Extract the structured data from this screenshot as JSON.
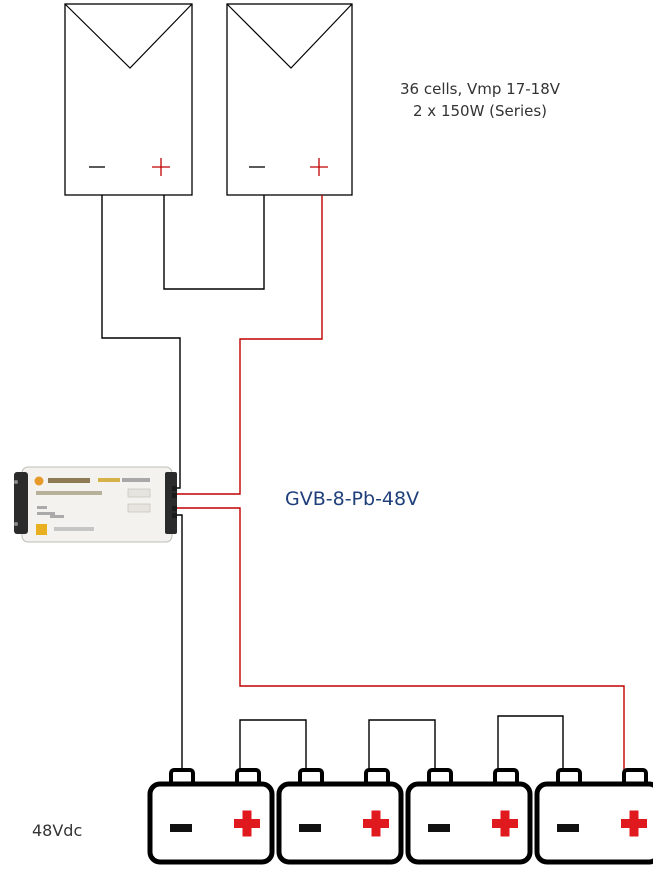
{
  "panels": {
    "note_line1": "36 cells, Vmp 17-18V",
    "note_line2": "2 x 150W (Series)",
    "count": 2
  },
  "controller": {
    "label": "GVB-8-Pb-48V"
  },
  "batteries": {
    "label": "48Vdc",
    "count": 4
  },
  "colors": {
    "positive_wire": "#c00000",
    "negative_wire": "#000000",
    "label_blue": "#1f3f7a",
    "battery_plus": "#e0191f"
  }
}
